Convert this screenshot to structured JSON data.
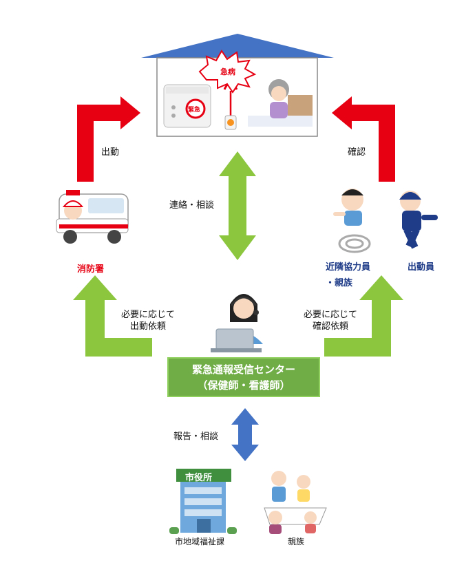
{
  "house": {
    "emergency_label": "急病",
    "device_button_label": "緊急"
  },
  "arrows": {
    "dispatch": "出動",
    "confirm": "確認",
    "contact": "連絡・相談",
    "request_dispatch": [
      "必要に応じて",
      "出動依頼"
    ],
    "request_confirm": [
      "必要に応じて",
      "確認依頼"
    ],
    "report": "報告・相談"
  },
  "actors": {
    "fire_department": "消防署",
    "neighbors": [
      "近隣協力員",
      "・親族"
    ],
    "responder": "出動員"
  },
  "center": {
    "line1": "緊急通報受信センター",
    "line2": "（保健師・看護師）"
  },
  "bottom": {
    "city_hall_sign": "市役所",
    "city_section": "市地域福祉課",
    "family": "親族"
  },
  "colors": {
    "red_arrow": "#e60012",
    "green_arrow": "#8cc63f",
    "blue_arrow": "#4472c4",
    "roof": "#4472c4",
    "center_box": "#70ad47"
  }
}
